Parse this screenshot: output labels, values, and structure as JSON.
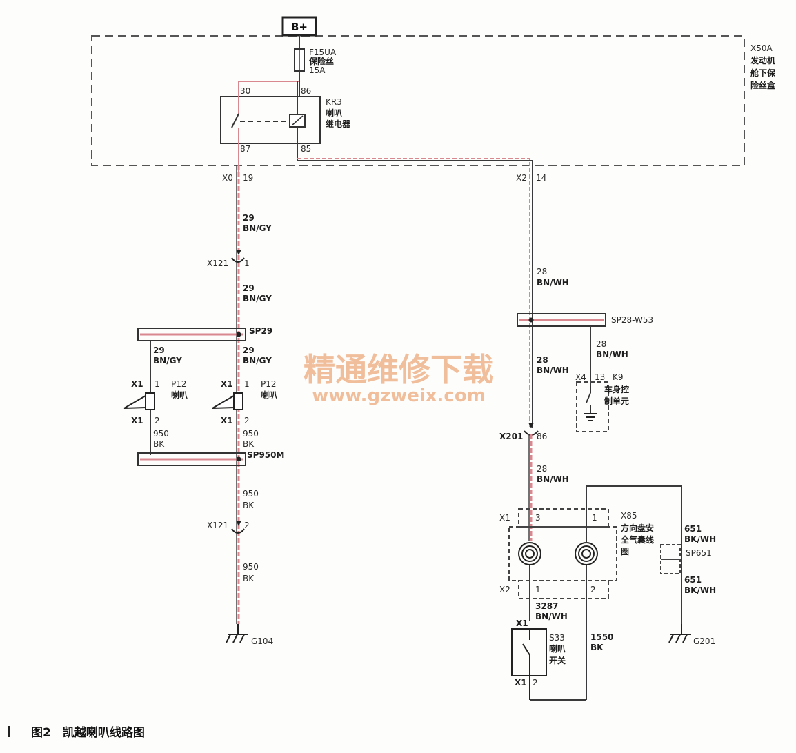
{
  "battery": "B+",
  "fuse": {
    "id": "F15UA",
    "name": "保险丝",
    "rating": "15A"
  },
  "fuse_box": {
    "id": "X50A",
    "name_l1": "发动机",
    "name_l2": "舱下保",
    "name_l3": "险丝盒"
  },
  "relay": {
    "id": "KR3",
    "name_l1": "喇叭",
    "name_l2": "继电器",
    "pin30": "30",
    "pin86": "86",
    "pin87": "87",
    "pin85": "85"
  },
  "conn_x0": "X0",
  "pin_19": "19",
  "conn_x2": "X2",
  "pin_14": "14",
  "wire_29": "29",
  "wire_bngy": "BN/GY",
  "wire_28": "28",
  "wire_bnwh": "BN/WH",
  "wire_950": "950",
  "wire_bk": "BK",
  "conn_x121": "X121",
  "pin_1": "1",
  "pin_2": "2",
  "pin_3": "3",
  "splice_sp29": "SP29",
  "splice_sp950m": "SP950M",
  "splice_sp28": "SP28-W53",
  "conn_x1": "X1",
  "horn": {
    "id": "P12",
    "name": "喇叭"
  },
  "ground_g104": "G104",
  "ground_g201": "G201",
  "bcm": {
    "conn": "X4",
    "pin": "13",
    "id": "K9",
    "name_l1": "车身控",
    "name_l2": "制单元"
  },
  "conn_x201": "X201",
  "pin_86": "86",
  "clockspring": {
    "id": "X85",
    "name_l1": "方向盘安",
    "name_l2": "全气囊线",
    "name_l3": "圈"
  },
  "wire_651": "651",
  "wire_bkwh": "BK/WH",
  "splice_sp651": "SP651",
  "wire_3287": "3287",
  "switch": {
    "id": "S33",
    "name_l1": "喇叭",
    "name_l2": "开关"
  },
  "wire_1550": "1550",
  "watermark_l1": "精通维修下载",
  "watermark_l2": "www.gzweix.com",
  "caption": "图2　凯越喇叭线路图",
  "colors": {
    "wire_red": "#d9888f",
    "line": "#3a3a3a"
  }
}
